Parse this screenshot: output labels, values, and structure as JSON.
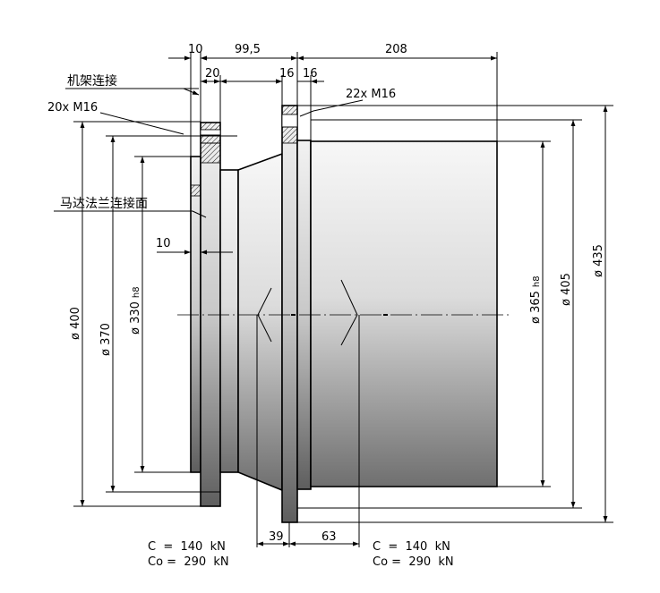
{
  "labels": {
    "frame_connection": "机架连接",
    "motor_flange_face": "马达法兰连接面",
    "bolts_left": "20x  M16",
    "bolts_right": "22x  M16"
  },
  "dimensions": {
    "d10_top": "10",
    "d99_5": "99,5",
    "d208": "208",
    "d20": "20",
    "d16_a": "16",
    "d16_b": "16",
    "d10_mid": "10",
    "d39": "39",
    "d63": "63",
    "dia400": "ø 400",
    "dia370": "ø 370",
    "dia330": "ø 330",
    "dia330_tol": "h8",
    "dia365": "ø 365",
    "dia365_tol": "h8",
    "dia405": "ø 405",
    "dia435": "ø 435"
  },
  "loads": {
    "left": {
      "c": "C  =  140  kN",
      "co": "Co =  290  kN"
    },
    "right": {
      "c": "C  =  140  kN",
      "co": "Co =  290  kN"
    }
  },
  "colors": {
    "body_light": "#f4f4f4",
    "body_dark": "#7a7a7a",
    "line": "#000000"
  }
}
